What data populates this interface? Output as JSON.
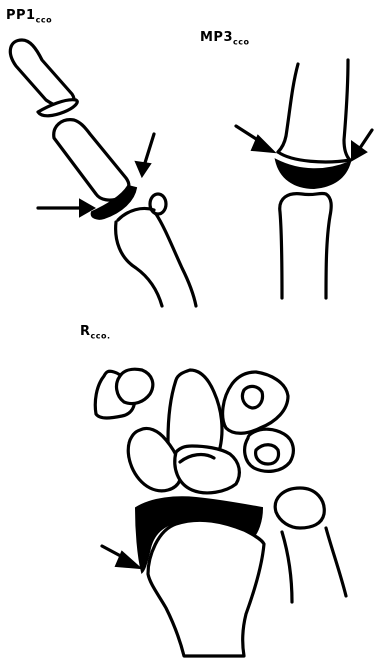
{
  "labels": {
    "pp1": {
      "main": "PP1",
      "sub": "cco"
    },
    "mp3": {
      "main": "MP3",
      "sub": "cco"
    },
    "r": {
      "main": "R",
      "sub": "cco."
    }
  },
  "colors": {
    "line": "#000000",
    "background": "#ffffff"
  }
}
